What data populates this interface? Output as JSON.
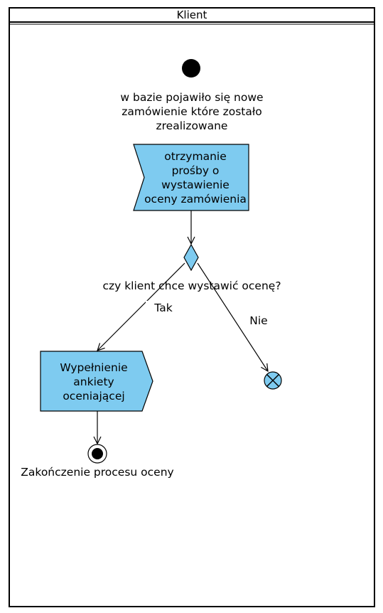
{
  "swimlane": {
    "title": "Klient"
  },
  "start_node": {
    "label": "w bazie pojawiło się nowe\nzamówienie które zostało\nzrealizowane"
  },
  "receive_signal": {
    "label": "otrzymanie\nprośby o\nwystawienie\noceny zamówienia"
  },
  "decision": {
    "question": "czy klient chce wystawić ocenę?",
    "yes_label": "Tak",
    "no_label": "Nie"
  },
  "send_signal": {
    "label": "Wypełnienie\nankiety\noceniającej"
  },
  "final_node": {
    "label": "Zakończenie procesu oceny"
  },
  "colors": {
    "node_fill": "#7ecbf0",
    "line": "#000000",
    "background": "#ffffff"
  }
}
